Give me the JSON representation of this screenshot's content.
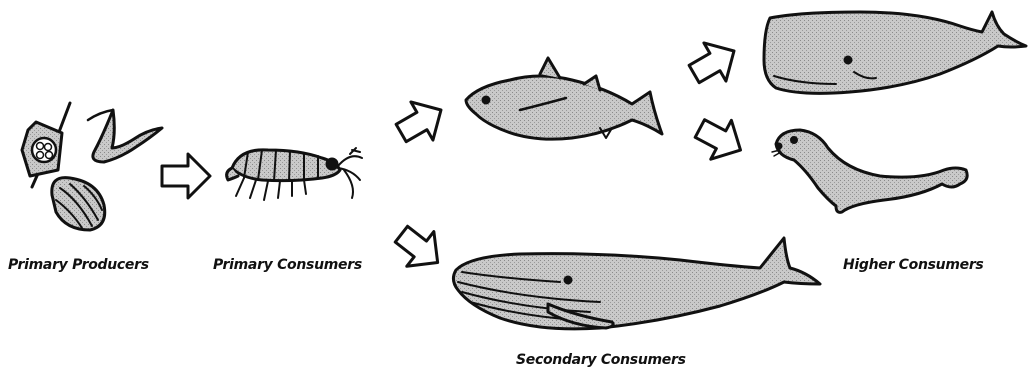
{
  "diagram": {
    "labels": {
      "primary_producers": "Primary Producers",
      "primary_consumers": "Primary Consumers",
      "secondary_consumers": "Secondary Consumers",
      "higher_consumers": "Higher Consumers"
    },
    "colors": {
      "fill": "#c6c6c6",
      "stroke": "#111111",
      "text": "#111111"
    }
  }
}
